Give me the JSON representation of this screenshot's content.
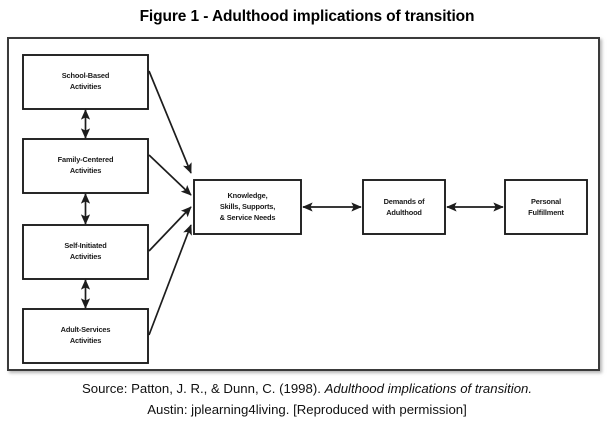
{
  "figure": {
    "title": "Figure 1 - Adulthood implications of transition"
  },
  "diagram": {
    "left_column": [
      {
        "id": "school-based",
        "line1": "School-Based",
        "line2": "Activities"
      },
      {
        "id": "family-centered",
        "line1": "Family-Centered",
        "line2": "Activities"
      },
      {
        "id": "self-initiated",
        "line1": "Self-Initiated",
        "line2": "Activities"
      },
      {
        "id": "adult-services",
        "line1": "Adult-Services",
        "line2": "Activities"
      }
    ],
    "center": {
      "id": "knowledge-skills",
      "line1": "Knowledge,",
      "line2": "Skills, Supports,",
      "line3": "& Service Needs"
    },
    "right_nodes": [
      {
        "id": "demands-of-adulthood",
        "line1": "Demands of",
        "line2": "Adulthood"
      },
      {
        "id": "personal-fulfillment",
        "line1": "Personal",
        "line2": "Fulfillment"
      }
    ],
    "connectors": {
      "vertical_double_arrows": 3,
      "diagonal_arrows_into_center": 4,
      "horizontal_double_arrows": 2
    },
    "colors": {
      "stroke": "#1d1d1d",
      "frame": "#3a3a3a",
      "background": "#ffffff",
      "text": "#1a1a1a"
    }
  },
  "caption": {
    "line1_prefix": "Source: Patton, J. R., & Dunn, C. (1998). ",
    "line1_italic": "Adulthood implications of transition.",
    "line2": "Austin: jplearning4living. [Reproduced with permission]"
  }
}
